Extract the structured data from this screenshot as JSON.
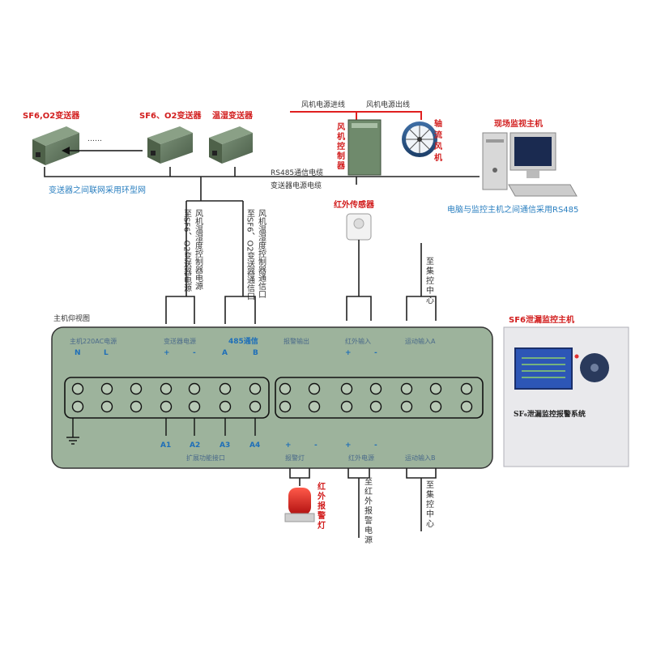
{
  "transmitters": {
    "t1_label": "SF6,O2变送器",
    "t2_label": "SF6、O2变送器",
    "t3_label": "温湿变送器",
    "dots": "……",
    "ring_note": "变送器之间联网采用环型网"
  },
  "bus": {
    "rs485_cable": "RS485通信电缆",
    "power_cable": "变送器电源电缆"
  },
  "fan": {
    "power_in": "风机电源进线",
    "power_out": "风机电源出线",
    "controller_label": [
      "风",
      "机",
      "控",
      "制",
      "器"
    ],
    "axial_fan_label": [
      "轴",
      "流",
      "风",
      "机"
    ]
  },
  "pc": {
    "title": "现场监视主机",
    "note": "电脑与监控主机之间通信采用RS485"
  },
  "vertical_notes": {
    "n1": [
      "至SF6、O2变送器电源",
      "风机温湿度控制器电源"
    ],
    "n2": [
      "至SF6、O2变送器通信口",
      "风机温湿度控制器通信口"
    ],
    "ir_sensor": "红外传感器",
    "to_center_top": [
      "至",
      "集",
      "控",
      "中",
      "心"
    ],
    "to_ir_power": [
      "至",
      "红",
      "外",
      "报",
      "警",
      "电",
      "源"
    ],
    "to_center_bottom": [
      "至",
      "集",
      "控",
      "中",
      "心"
    ],
    "alarm_lamp": [
      "红",
      "外",
      "报",
      "警",
      "灯"
    ]
  },
  "panel": {
    "view_title": "主机仰视图",
    "power_in": "主机220AC电源",
    "n": "N",
    "l": "L",
    "transmitter_power": "变送器电源",
    "plus": "+",
    "minus": "-",
    "comm485": "485通信",
    "a": "A",
    "b": "B",
    "alarm_out": "报警输出",
    "ir_in": "红外输入",
    "motion_a": "运动输入A",
    "a1": "A1",
    "a2": "A2",
    "a3": "A3",
    "a4": "A4",
    "expansion": "扩展功能接口",
    "alarm_lamp": "报警灯",
    "ir_power": "红外电源",
    "motion_b": "运动输入B"
  },
  "monitor_host": {
    "title": "SF6泄漏监控主机",
    "caption": "SF₆泄漏监控报警系统"
  },
  "colors": {
    "panel_fill": "#9db39c",
    "accent_red": "#d21e1e",
    "accent_blue": "#2a7fc0"
  }
}
